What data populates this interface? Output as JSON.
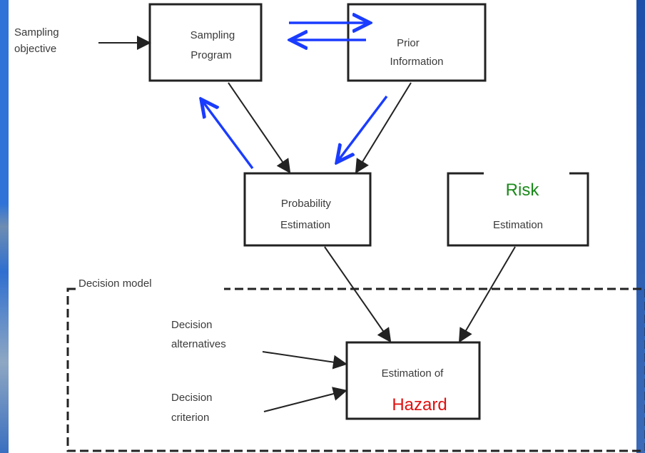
{
  "nodes": {
    "sampling_objective": [
      "Sampling",
      "objective"
    ],
    "sampling_program": [
      "Sampling",
      "Program"
    ],
    "prior_information": [
      "Prior",
      "Information"
    ],
    "probability_estimation": [
      "Probability",
      "Estimation"
    ],
    "risk_estimation_word": "Estimation",
    "estimation_of_hazard": "Estimation of",
    "decision_model_label": "Decision model",
    "decision_alternatives": [
      "Decision",
      "alternatives"
    ],
    "decision_criterion": [
      "Decision",
      "criterion"
    ]
  },
  "highlights": {
    "risk": "Risk",
    "hazard": "Hazard"
  },
  "colors": {
    "highlight_risk": "#1a8a1a",
    "highlight_hazard": "#e01010",
    "overlay_arrows": "#1a3cff",
    "diagram_lines": "#222222"
  }
}
